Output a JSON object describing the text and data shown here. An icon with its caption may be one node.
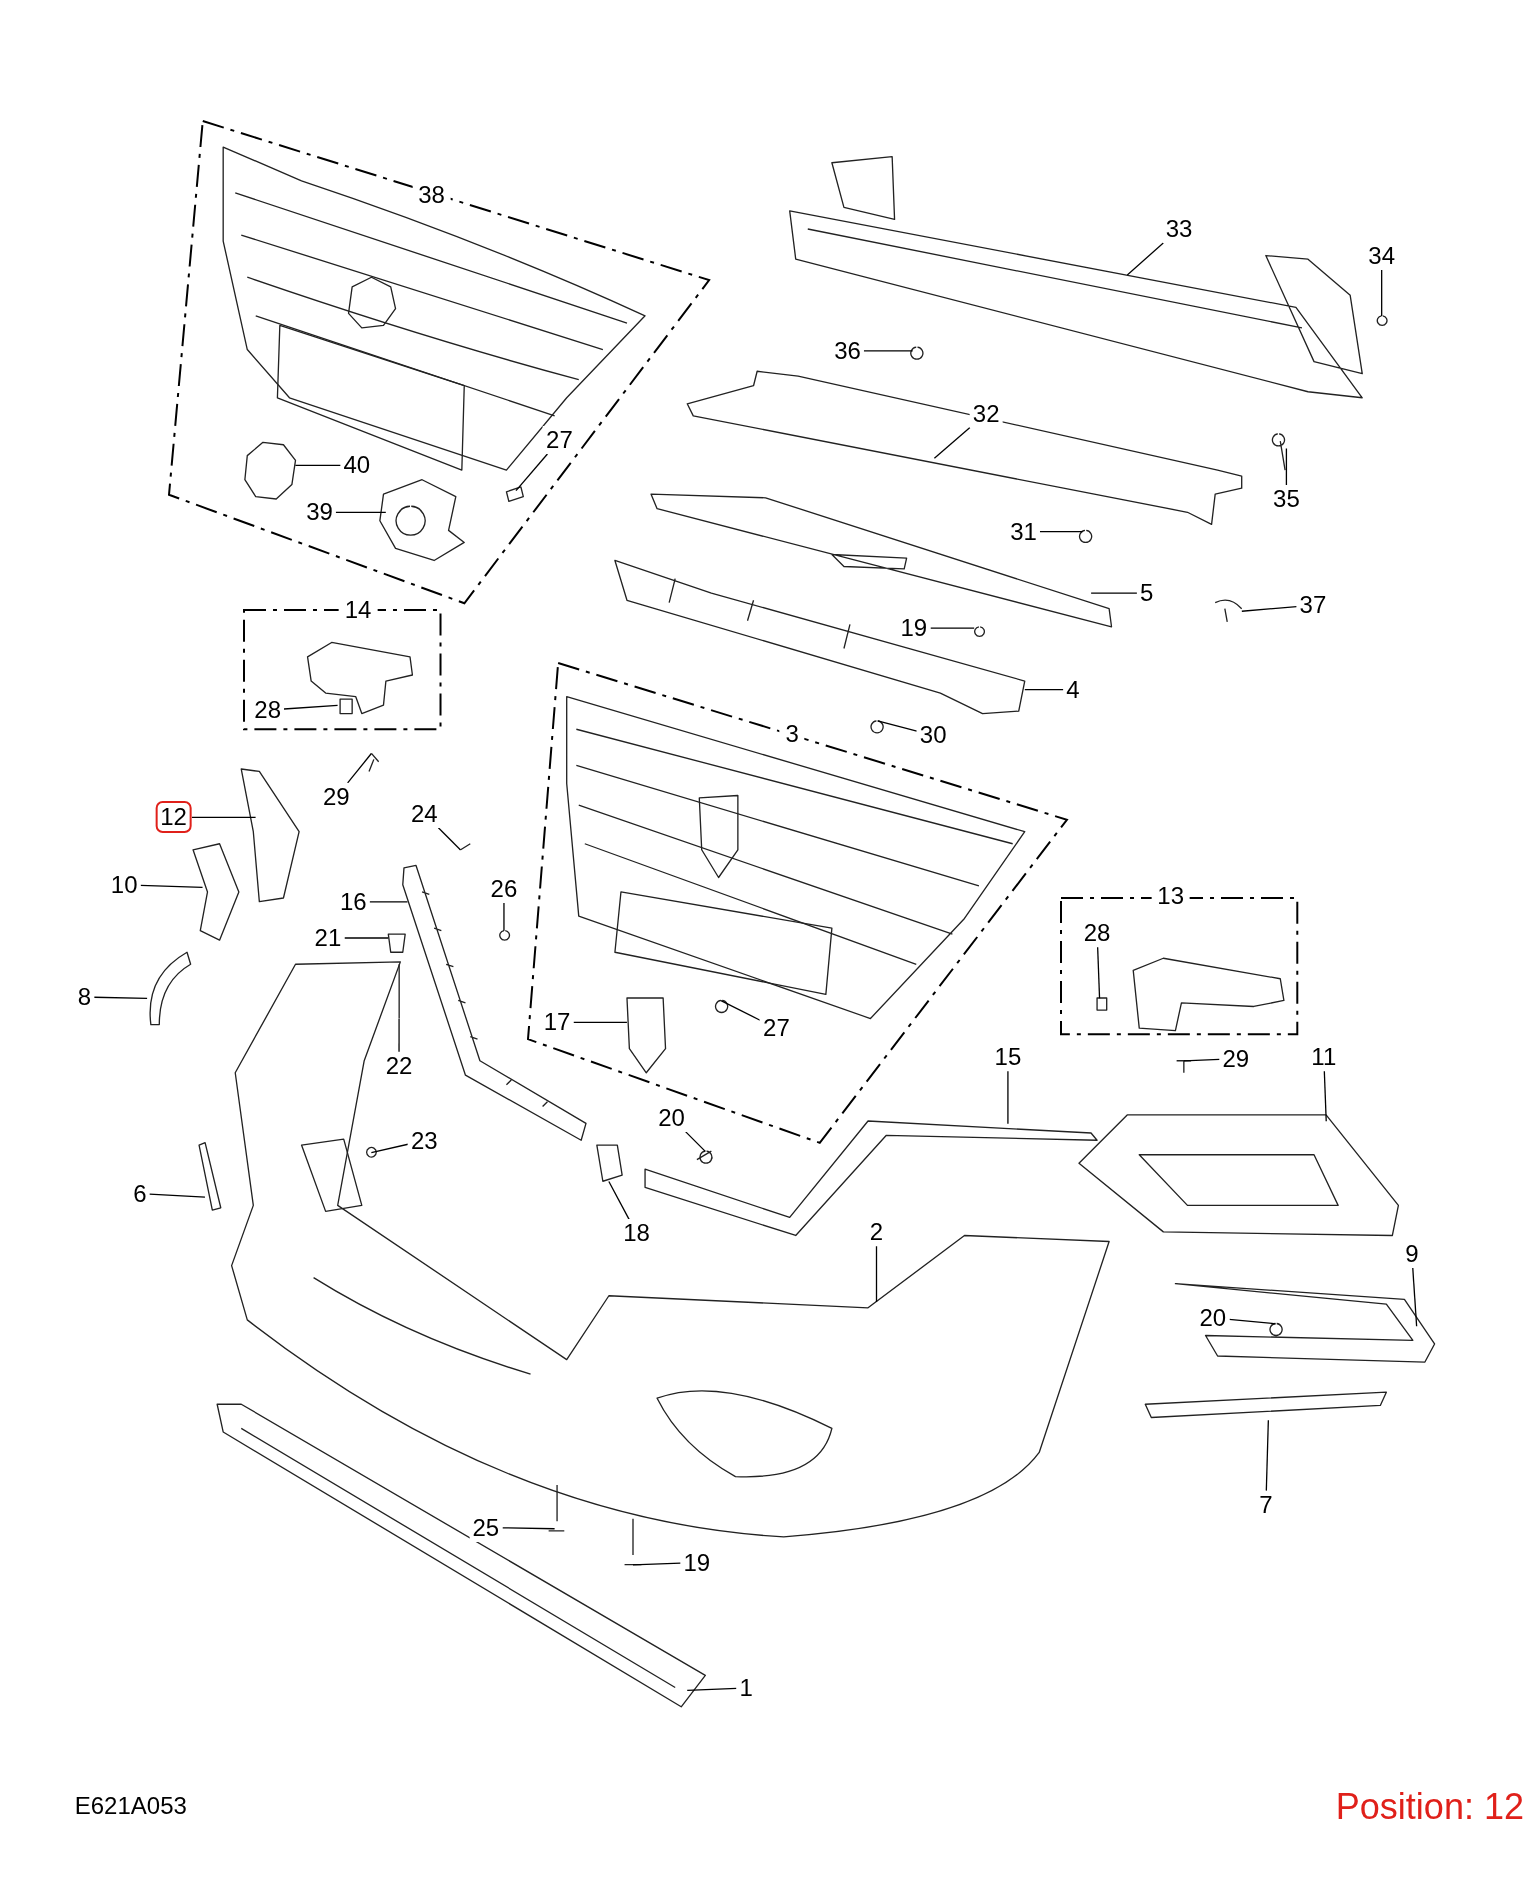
{
  "diagram": {
    "nodes": [
      {
        "text": [
          "38"
        ]
      },
      {
        "text": [
          "33"
        ]
      },
      {
        "text": [
          "34"
        ]
      },
      {
        "text": [
          "36"
        ]
      },
      {
        "text": [
          "32"
        ]
      },
      {
        "text": [
          "27"
        ],
        "in": 0
      },
      {
        "text": [
          "40"
        ],
        "in": 0
      },
      {
        "text": [
          "39"
        ],
        "in": 0
      },
      {
        "text": [
          "35"
        ]
      },
      {
        "text": [
          "31"
        ]
      },
      {
        "text": [
          "5"
        ]
      },
      {
        "text": [
          "37"
        ]
      },
      {
        "text": [
          "14"
        ]
      },
      {
        "text": [
          "19"
        ]
      },
      {
        "text": [
          "28"
        ],
        "in": 12
      },
      {
        "text": [
          "4"
        ]
      },
      {
        "text": [
          "3"
        ]
      },
      {
        "text": [
          "30"
        ]
      },
      {
        "text": [
          "29"
        ]
      },
      {
        "text": [
          "24"
        ]
      },
      {
        "text": [
          "12"
        ]
      },
      {
        "text": [
          "10"
        ]
      },
      {
        "text": [
          "26"
        ]
      },
      {
        "text": [
          "16"
        ]
      },
      {
        "text": [
          "13"
        ]
      },
      {
        "text": [
          "28"
        ],
        "in": 24
      },
      {
        "text": [
          "21"
        ]
      },
      {
        "text": [
          "8"
        ]
      },
      {
        "text": [
          "17"
        ],
        "in": 16
      },
      {
        "text": [
          "27"
        ],
        "in": 16
      },
      {
        "text": [
          "29"
        ]
      },
      {
        "text": [
          "15"
        ]
      },
      {
        "text": [
          "11"
        ]
      },
      {
        "text": [
          "22"
        ]
      },
      {
        "text": [
          "23"
        ]
      },
      {
        "text": [
          "20"
        ]
      },
      {
        "text": [
          "6"
        ]
      },
      {
        "text": [
          "18"
        ]
      },
      {
        "text": [
          "2"
        ]
      },
      {
        "text": [
          "9"
        ]
      },
      {
        "text": [
          "20"
        ]
      },
      {
        "text": [
          "7"
        ]
      },
      {
        "text": [
          "25"
        ]
      },
      {
        "text": [
          "19"
        ]
      },
      {
        "text": [
          "1"
        ]
      }
    ],
    "edges": [
      {
        "from": 1,
        "to": null,
        "arrow": "none"
      },
      {
        "from": 2,
        "to": null,
        "arrow": "none"
      },
      {
        "from": 3,
        "to": null,
        "arrow": "none"
      },
      {
        "from": 4,
        "to": null,
        "arrow": "none"
      },
      {
        "from": 5,
        "to": null,
        "arrow": "none"
      },
      {
        "from": 6,
        "to": null,
        "arrow": "none"
      },
      {
        "from": 7,
        "to": null,
        "arrow": "none"
      },
      {
        "from": 8,
        "to": null,
        "arrow": "none"
      },
      {
        "from": 9,
        "to": null,
        "arrow": "none"
      },
      {
        "from": 10,
        "to": null,
        "arrow": "none"
      },
      {
        "from": 11,
        "to": null,
        "arrow": "none"
      },
      {
        "from": 13,
        "to": null,
        "arrow": "none"
      },
      {
        "from": 14,
        "to": null,
        "arrow": "none"
      },
      {
        "from": 15,
        "to": null,
        "arrow": "none"
      },
      {
        "from": 17,
        "to": null,
        "arrow": "none"
      },
      {
        "from": 18,
        "to": null,
        "arrow": "none"
      },
      {
        "from": 19,
        "to": null,
        "arrow": "none"
      },
      {
        "from": 20,
        "to": null,
        "arrow": "none"
      },
      {
        "from": 21,
        "to": null,
        "arrow": "none"
      },
      {
        "from": 22,
        "to": null,
        "arrow": "none"
      },
      {
        "from": 23,
        "to": null,
        "arrow": "none"
      },
      {
        "from": 25,
        "to": null,
        "arrow": "none"
      },
      {
        "from": 26,
        "to": null,
        "arrow": "none"
      },
      {
        "from": 27,
        "to": null,
        "arrow": "none"
      },
      {
        "from": 28,
        "to": null,
        "arrow": "none"
      },
      {
        "from": 29,
        "to": null,
        "arrow": "none"
      },
      {
        "from": 30,
        "to": null,
        "arrow": "none"
      },
      {
        "from": 31,
        "to": null,
        "arrow": "none"
      },
      {
        "from": 32,
        "to": null,
        "arrow": "none"
      },
      {
        "from": 33,
        "to": null,
        "arrow": "none"
      },
      {
        "from": 34,
        "to": null,
        "arrow": "none"
      },
      {
        "from": 35,
        "to": null,
        "arrow": "none"
      },
      {
        "from": 36,
        "to": null,
        "arrow": "none"
      },
      {
        "from": 37,
        "to": null,
        "arrow": "none"
      },
      {
        "from": 38,
        "to": null,
        "arrow": "none"
      },
      {
        "from": 39,
        "to": null,
        "arrow": "none"
      },
      {
        "from": 40,
        "to": null,
        "arrow": "none"
      },
      {
        "from": 41,
        "to": null,
        "arrow": "none"
      },
      {
        "from": 42,
        "to": null,
        "arrow": "none"
      },
      {
        "from": 43,
        "to": null,
        "arrow": "none"
      },
      {
        "from": 44,
        "to": null,
        "arrow": "none"
      }
    ],
    "labels": [
      "E621A053",
      "Position: 12"
    ]
  }
}
